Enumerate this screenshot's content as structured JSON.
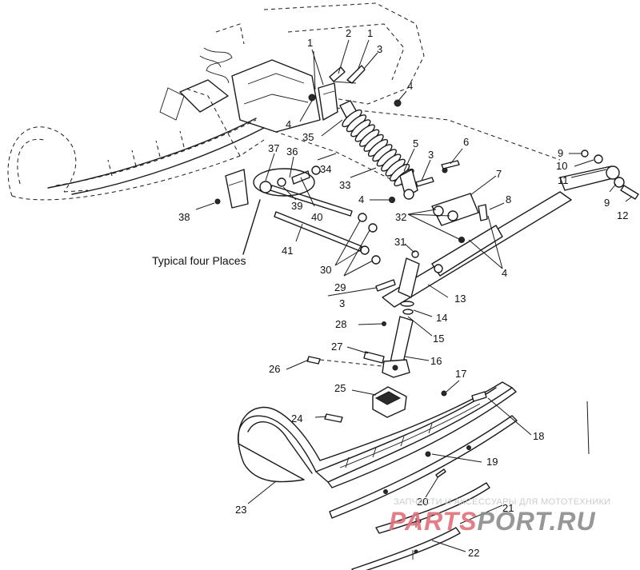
{
  "diagram": {
    "callouts": [
      "1",
      "2",
      "1",
      "3",
      "4",
      "4",
      "35",
      "5",
      "3",
      "6",
      "34",
      "37",
      "36",
      "33",
      "4",
      "7",
      "8",
      "9",
      "10",
      "11",
      "9",
      "12",
      "38",
      "39",
      "40",
      "32",
      "41",
      "31",
      "4",
      "30",
      "29",
      "3",
      "13",
      "14",
      "28",
      "15",
      "27",
      "16",
      "26",
      "17",
      "25",
      "24",
      "18",
      "19",
      "20",
      "21",
      "23",
      "22"
    ],
    "caption": "Typical four Places"
  },
  "watermark": {
    "tagline": "ЗАПЧАСТИ И АКСЕССУАРЫ ДЛЯ МОТОТЕХНИКИ",
    "logo_red": "PARTS",
    "logo_gray": "PORT.RU",
    "colors": {
      "red": "#e0707a",
      "gray": "#8c8c8c"
    }
  }
}
